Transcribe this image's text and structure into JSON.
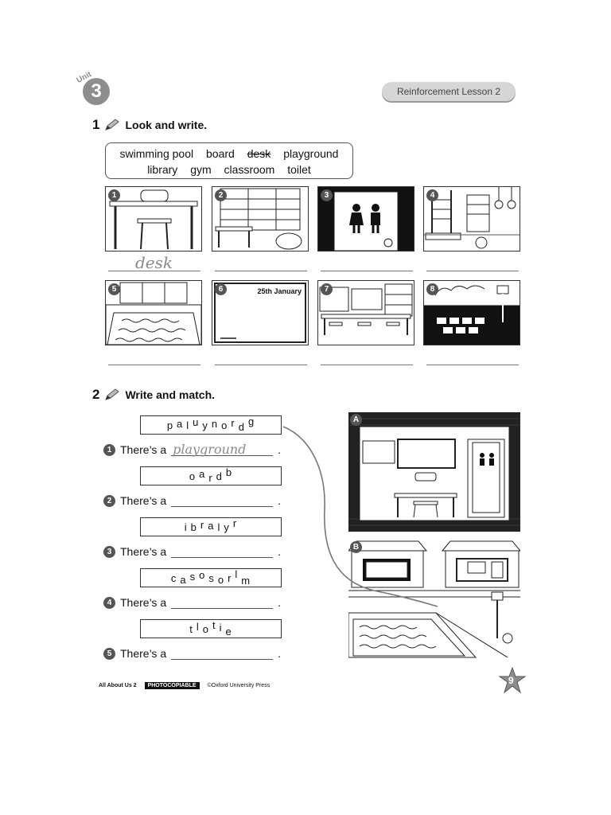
{
  "header": {
    "unit_word": "Unit",
    "unit_number": "3",
    "lesson": "Reinforcement Lesson 2"
  },
  "ex1": {
    "number": "1",
    "title": "Look and write.",
    "words": [
      "swimming pool",
      "board",
      "desk",
      "playground",
      "library",
      "gym",
      "classroom",
      "toilet"
    ],
    "crossed_word": "desk",
    "pictures": [
      {
        "num": "1",
        "answer": "desk"
      },
      {
        "num": "2",
        "answer": ""
      },
      {
        "num": "3",
        "answer": ""
      },
      {
        "num": "4",
        "answer": ""
      },
      {
        "num": "5",
        "answer": ""
      },
      {
        "num": "6",
        "answer": "",
        "board_text": "25th January"
      },
      {
        "num": "7",
        "answer": ""
      },
      {
        "num": "8",
        "answer": ""
      }
    ]
  },
  "ex2": {
    "number": "2",
    "title": "Write and match.",
    "items": [
      {
        "scramble": [
          "p",
          "a",
          "l",
          "u",
          "y",
          "n",
          "o",
          "r",
          "d",
          "g"
        ],
        "num": "1",
        "text": "There’s a",
        "answer": "playground"
      },
      {
        "scramble": [
          "o",
          "a",
          "r",
          "d",
          "b"
        ],
        "num": "2",
        "text": "There’s a",
        "answer": ""
      },
      {
        "scramble": [
          "i",
          "b",
          "r",
          "a",
          "l",
          "y",
          "r"
        ],
        "num": "3",
        "text": "There’s a",
        "answer": ""
      },
      {
        "scramble": [
          "c",
          "a",
          "s",
          "o",
          "s",
          "o",
          "r",
          "l",
          "m"
        ],
        "num": "4",
        "text": "There’s a",
        "answer": ""
      },
      {
        "scramble": [
          "t",
          "l",
          "o",
          "t",
          "i",
          "e"
        ],
        "num": "5",
        "text": "There’s a",
        "answer": ""
      }
    ],
    "scene_a": "A",
    "scene_b": "B"
  },
  "footer": {
    "book": "All About Us 2",
    "photocopiable": "PHOTOCOPIABLE",
    "publisher": "©Oxford University Press",
    "page": "9"
  },
  "colors": {
    "badge": "#8d8d8d",
    "pill": "#d6d6d6",
    "ink": "#111111"
  }
}
